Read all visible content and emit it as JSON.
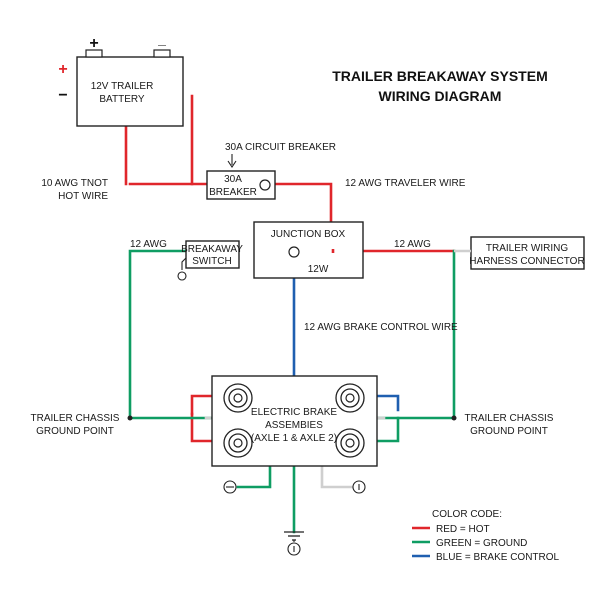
{
  "title": {
    "line1": "TRAILER BREAKAWAY SYSTEM",
    "line2": "WIRING DIAGRAM"
  },
  "battery": {
    "line1": "12V TRAILER",
    "line2": "BATTERY",
    "plus": "+",
    "minus": "−",
    "terminal_plus": "+",
    "terminal_minus": "_"
  },
  "circuit_breaker": {
    "callout": "30A CIRCUIT BREAKER",
    "line1": "30A",
    "line2": "BREAKER"
  },
  "wires": {
    "hot_line1": "10 AWG TNOT",
    "hot_line2": "HOT WIRE",
    "traveler": "12 AWG TRAVELER WIRE",
    "switch_awg": "12 AWG",
    "harness_awg": "12 AWG",
    "brake_control": "12 AWG BRAKE CONTROL WIRE"
  },
  "breakaway_switch": {
    "line1": "BREAKAWAY",
    "line2": "SWITCH"
  },
  "junction_box": {
    "label": "JUNCTION BOX",
    "gauge": "12W"
  },
  "harness": {
    "line1": "TRAILER WIRING",
    "line2": "HARNESS CONNECTOR"
  },
  "brakes": {
    "line1": "ELECTRIC BRAKE",
    "line2": "ASSEMBIES",
    "line3": "(AXLE 1 & AXLE 2)"
  },
  "ground_left": {
    "line1": "TRAILER CHASSIS",
    "line2": "GROUND POINT"
  },
  "ground_right": {
    "line1": "TRAILER CHASSIS",
    "line2": "GROUND POINT"
  },
  "legend": {
    "title": "COLOR CODE:",
    "items": [
      {
        "label": "RED = HOT",
        "color": "#e0262b"
      },
      {
        "label": "GREEN = GROUND",
        "color": "#0f9d63"
      },
      {
        "label": "BLUE = BRAKE CONTROL",
        "color": "#1f5fb0"
      }
    ]
  },
  "colors": {
    "hot": "#e0262b",
    "ground": "#0f9d63",
    "brake": "#1f5fb0",
    "neutral": "#cfcfcf"
  }
}
